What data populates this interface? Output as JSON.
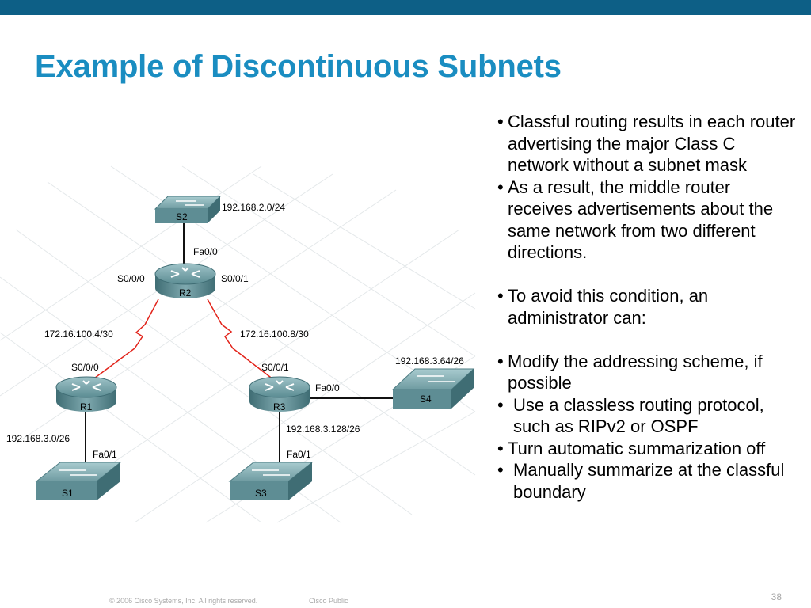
{
  "slide": {
    "title": "Example of Discontinuous Subnets",
    "footer_copyright": "© 2006 Cisco Systems, Inc. All rights reserved.",
    "footer_classification": "Cisco Public",
    "page_number": "38"
  },
  "diagram": {
    "devices": {
      "s2": "S2",
      "r2": "R2",
      "r1": "R1",
      "r3": "R3",
      "s1": "S1",
      "s3": "S3",
      "s4": "S4"
    },
    "labels": {
      "s2_network": "192.168.2.0/24",
      "r2_fa00": "Fa0/0",
      "r2_s000": "S0/0/0",
      "r2_s001": "S0/0/1",
      "link_left": "172.16.100.4/30",
      "link_right": "172.16.100.8/30",
      "r1_s000": "S0/0/0",
      "r3_s001": "S0/0/1",
      "r3_fa00": "Fa0/0",
      "s4_network": "192.168.3.64/26",
      "s1_network": "192.168.3.0/26",
      "r1_fa01": "Fa0/1",
      "s3_network": "192.168.3.128/26",
      "r3_fa01": "Fa0/1"
    }
  },
  "bullets": [
    "Classful routing results in each router advertising the major Class C network without a subnet mask",
    "As a result, the middle router receives advertisements about the same network from two different directions.",
    "To avoid this condition, an administrator can:",
    "Modify the addressing scheme, if possible",
    "Use a classless routing protocol, such as RIPv2 or OSPF",
    "Turn automatic summarization off",
    "Manually summarize at the classful boundary"
  ]
}
